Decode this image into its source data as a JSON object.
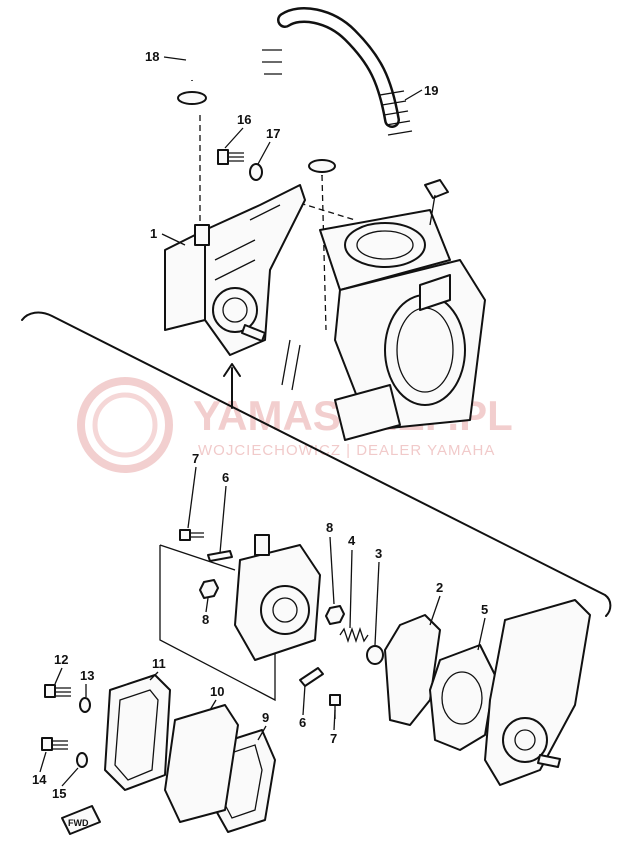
{
  "watermark": {
    "brand": "YAMASKLEP.PL",
    "subtitle": "WOJCIECHOWICZ | DEALER YAMAHA"
  },
  "callouts": [
    "1",
    "2",
    "3",
    "4",
    "5",
    "6",
    "7",
    "8",
    "9",
    "10",
    "11",
    "12",
    "13",
    "14",
    "15",
    "16",
    "17",
    "18",
    "19"
  ],
  "fwd_label": "FWD",
  "colors": {
    "ink": "#111111",
    "watermark": "#e8a7a7"
  }
}
